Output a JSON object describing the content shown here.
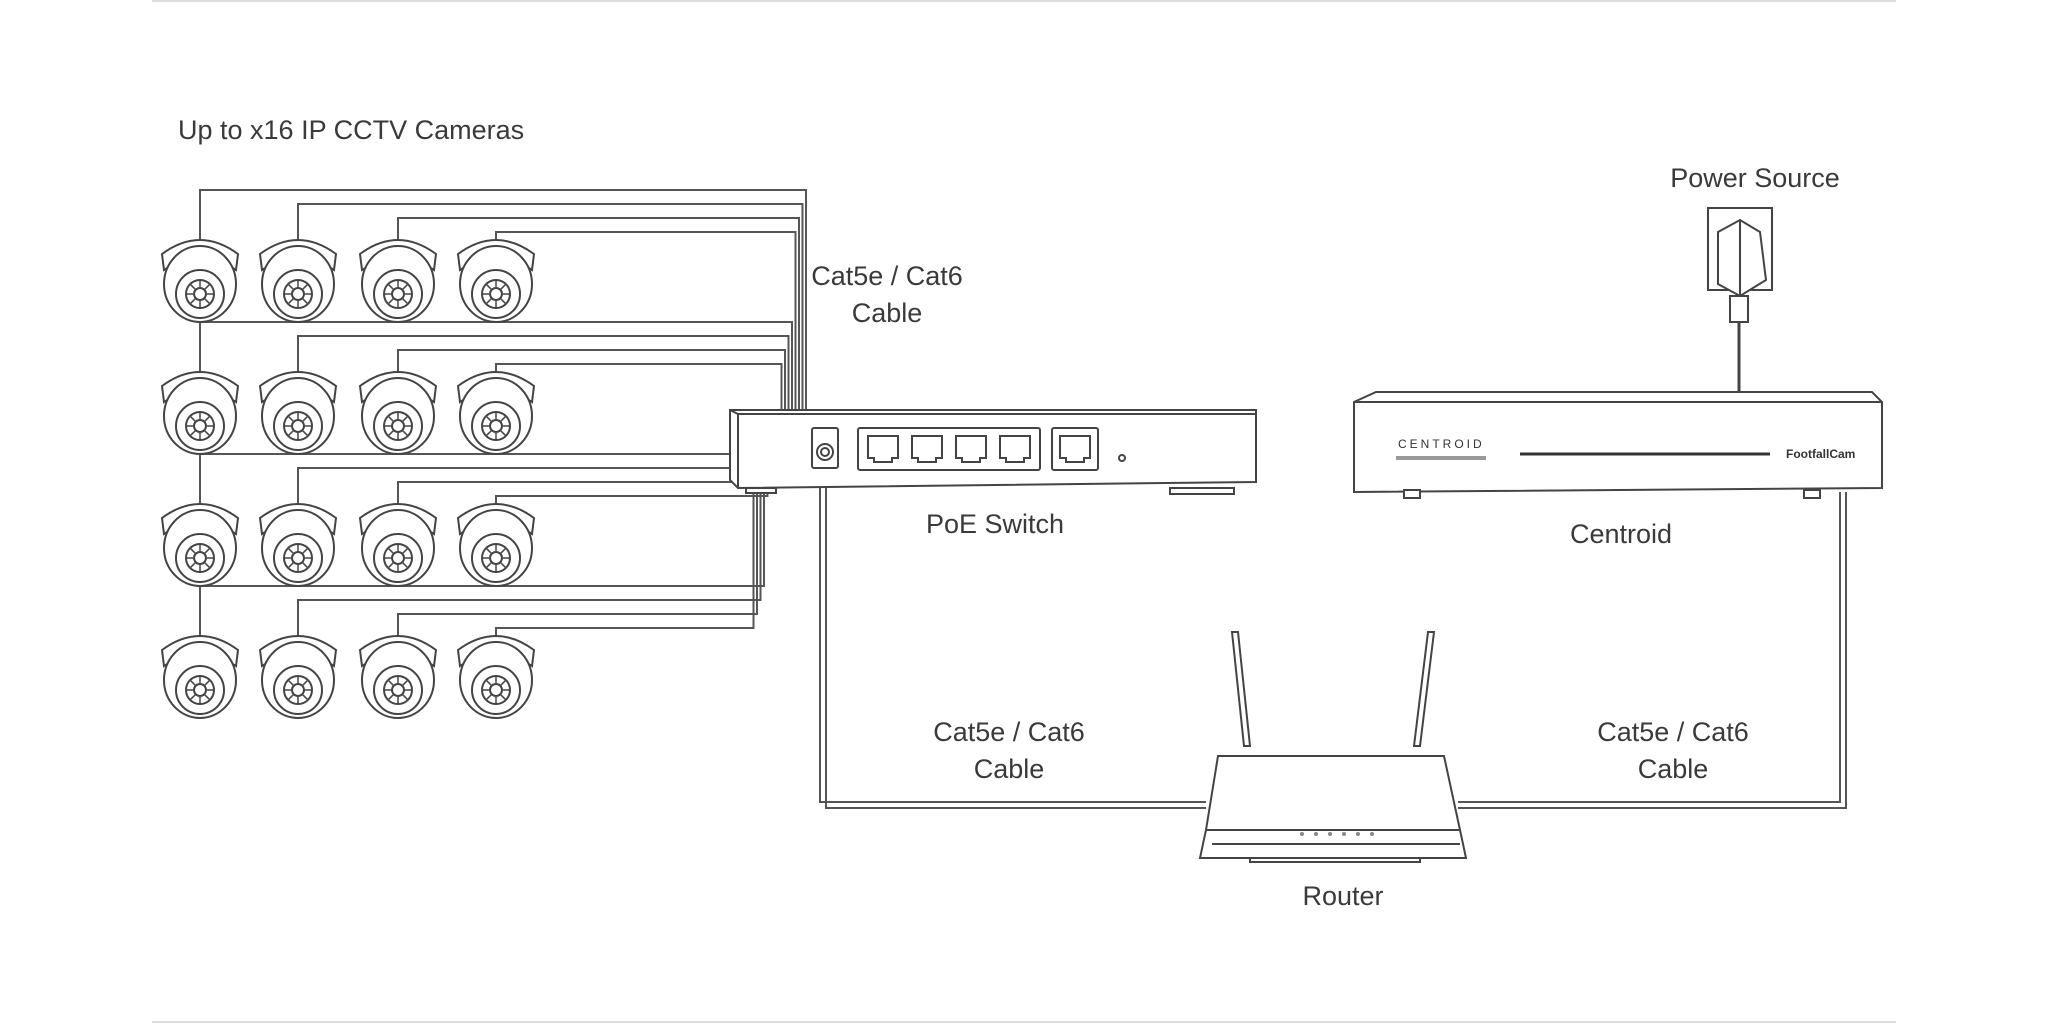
{
  "labels": {
    "cameras": "Up to x16 IP CCTV Cameras",
    "cable_top_1": "Cat5e / Cat6",
    "cable_top_2": "Cable",
    "switch": "PoE Switch",
    "centroid": "Centroid",
    "power": "Power Source",
    "router": "Router",
    "cable_left_1": "Cat5e / Cat6",
    "cable_left_2": "Cable",
    "cable_right_1": "Cat5e / Cat6",
    "cable_right_2": "Cable"
  },
  "devices": {
    "centroid_front": "CENTROID",
    "centroid_brand": "FootfallCam",
    "camera_grid": {
      "rows": 4,
      "cols": 4
    }
  },
  "colors": {
    "line": "#555555",
    "divider": "#dddddd"
  }
}
